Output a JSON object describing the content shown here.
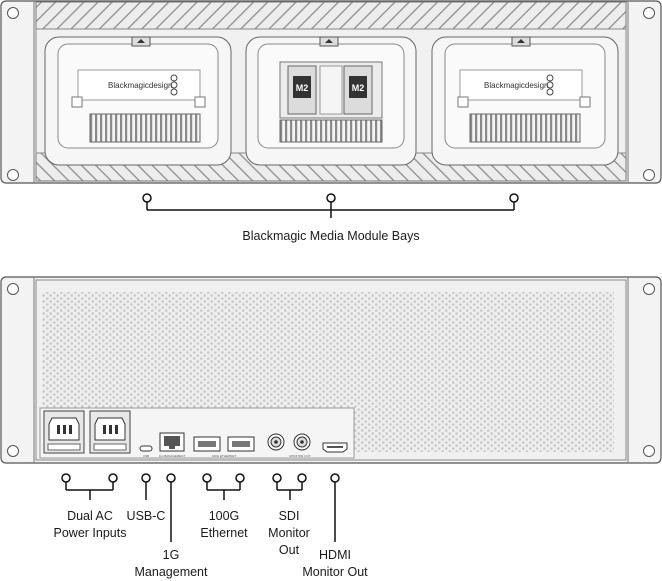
{
  "front_panel": {
    "brand_text": "Blackmagicdesign",
    "m2_label": "M2"
  },
  "rear_panel": {
    "tiny_labels": [
      "USB",
      "1G MANAGEMENT",
      "100G ETHERNET",
      "MONITOR OUT"
    ]
  },
  "callouts": {
    "bays": "Blackmagic Media Module Bays",
    "power": "Dual AC\nPower Inputs",
    "usbc": "USB-C",
    "mgmt": "1G\nManagement",
    "ethernet": "100G\nEthernet",
    "sdi": "SDI\nMonitor\nOut",
    "hdmi": "HDMI\nMonitor Out"
  }
}
